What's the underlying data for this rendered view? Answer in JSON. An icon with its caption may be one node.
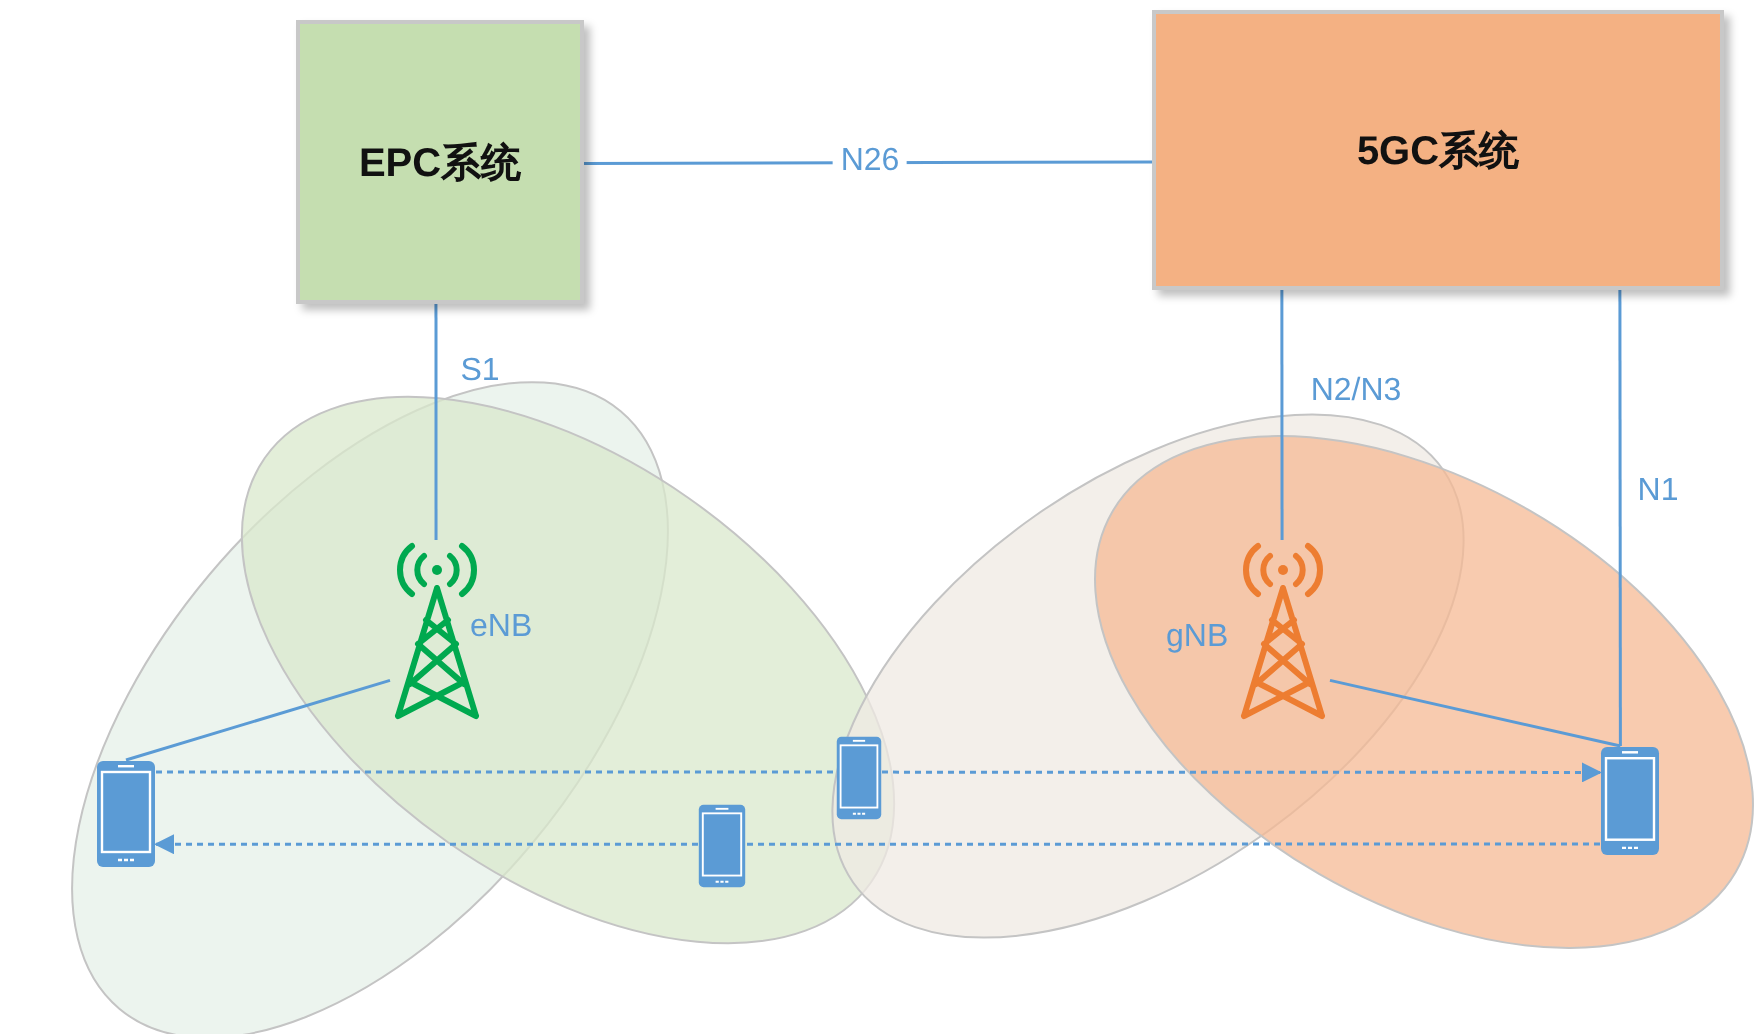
{
  "diagram": {
    "nodes": [
      {
        "text": [
          "EPC系统"
        ]
      },
      {
        "text": [
          "5GC系统"
        ]
      },
      {
        "text": [
          "eNB"
        ]
      },
      {
        "text": [
          "gNB"
        ]
      },
      {
        "text": [],
        "shape": "picture"
      },
      {
        "text": [],
        "shape": "picture"
      },
      {
        "text": [],
        "shape": "picture"
      },
      {
        "text": [],
        "shape": "picture"
      }
    ],
    "edges": [
      {
        "from": 0,
        "to": 1,
        "arrow": "none",
        "label": "N26"
      },
      {
        "from": 0,
        "to": 2,
        "arrow": "none",
        "label": "S1"
      },
      {
        "from": 1,
        "to": 3,
        "arrow": "none",
        "label": "N2/N3"
      },
      {
        "from": 1,
        "to": 7,
        "arrow": "none",
        "label": "N1"
      },
      {
        "from": 2,
        "to": 4,
        "arrow": "none"
      },
      {
        "from": 3,
        "to": 7,
        "arrow": "none"
      },
      {
        "from": 4,
        "to": 5,
        "arrow": "none",
        "style": "dashed"
      },
      {
        "from": 5,
        "to": 7,
        "arrow": "to",
        "style": "dashed"
      },
      {
        "from": 7,
        "to": 6,
        "arrow": "none",
        "style": "dashed"
      },
      {
        "from": 6,
        "to": 4,
        "arrow": "to",
        "style": "dashed"
      }
    ]
  }
}
